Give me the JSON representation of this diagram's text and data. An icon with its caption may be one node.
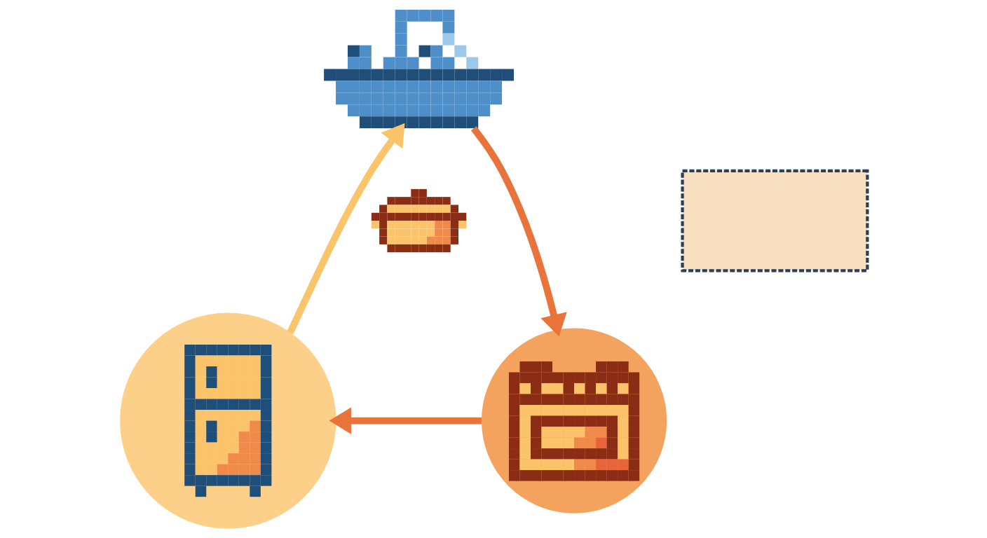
{
  "diagram": {
    "nodes": [
      {
        "text": [],
        "shape": "picture"
      },
      {
        "text": [],
        "shape": "picture"
      },
      {
        "text": [],
        "shape": "picture"
      },
      {
        "text": [],
        "shape": "picture"
      },
      {
        "text": [],
        "shape": "box"
      }
    ],
    "edges": [
      {
        "from": 2,
        "to": 0,
        "arrow": "to",
        "color": "#f9c46a"
      },
      {
        "from": 0,
        "to": 1,
        "arrow": "to"
      },
      {
        "from": 1,
        "to": 2,
        "arrow": "to"
      }
    ]
  }
}
